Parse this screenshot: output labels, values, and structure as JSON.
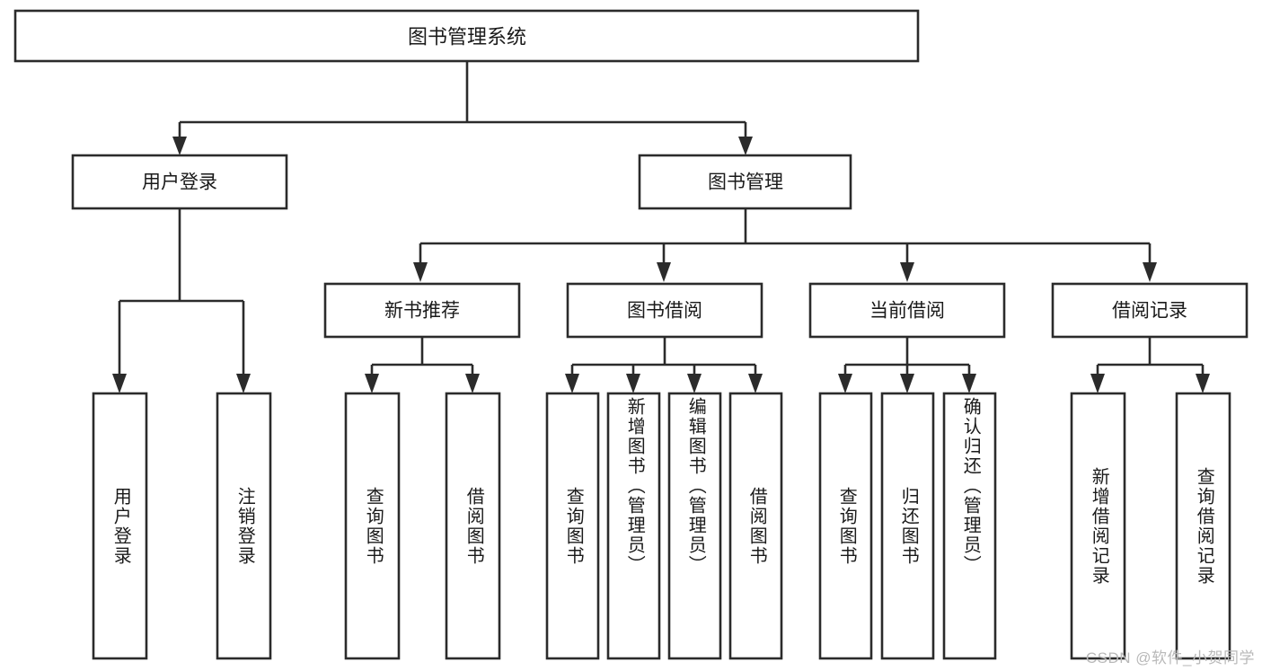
{
  "diagram": {
    "title": "图书管理系统",
    "watermark": "CSDN @软件_小贺同学",
    "orientation": "top-down-tree",
    "line_color": "#2b2b2b",
    "box_fill": "#ffffff",
    "text_color": "#1a1a1a",
    "watermark_color": "#b9b9b9"
  },
  "nodes": {
    "root": {
      "label": "图书管理系统"
    },
    "level2": [
      {
        "id": "user-login",
        "label": "用户登录"
      },
      {
        "id": "book-management",
        "label": "图书管理"
      }
    ],
    "level3": [
      {
        "id": "new-book-recommend",
        "label": "新书推荐"
      },
      {
        "id": "book-borrow",
        "label": "图书借阅"
      },
      {
        "id": "current-borrow",
        "label": "当前借阅"
      },
      {
        "id": "borrow-record",
        "label": "借阅记录"
      }
    ],
    "leaves": {
      "user-login": [
        {
          "id": "leaf-user-login",
          "label": "用户登录"
        },
        {
          "id": "leaf-logout",
          "label": "注销登录"
        }
      ],
      "new-book-recommend": [
        {
          "id": "leaf-query-book-1",
          "label": "查询图书"
        },
        {
          "id": "leaf-borrow-book-1",
          "label": "借阅图书"
        }
      ],
      "book-borrow": [
        {
          "id": "leaf-query-book-2",
          "label": "查询图书"
        },
        {
          "id": "leaf-add-book",
          "label": "新增图书（管理员）"
        },
        {
          "id": "leaf-edit-book",
          "label": "编辑图书（管理员）"
        },
        {
          "id": "leaf-borrow-book-2",
          "label": "借阅图书"
        }
      ],
      "current-borrow": [
        {
          "id": "leaf-query-book-3",
          "label": "查询图书"
        },
        {
          "id": "leaf-return-book",
          "label": "归还图书"
        },
        {
          "id": "leaf-confirm-return",
          "label": "确认归还（管理员）"
        }
      ],
      "borrow-record": [
        {
          "id": "leaf-add-record",
          "label": "新增借阅记录"
        },
        {
          "id": "leaf-query-record",
          "label": "查询借阅记录"
        }
      ]
    }
  }
}
